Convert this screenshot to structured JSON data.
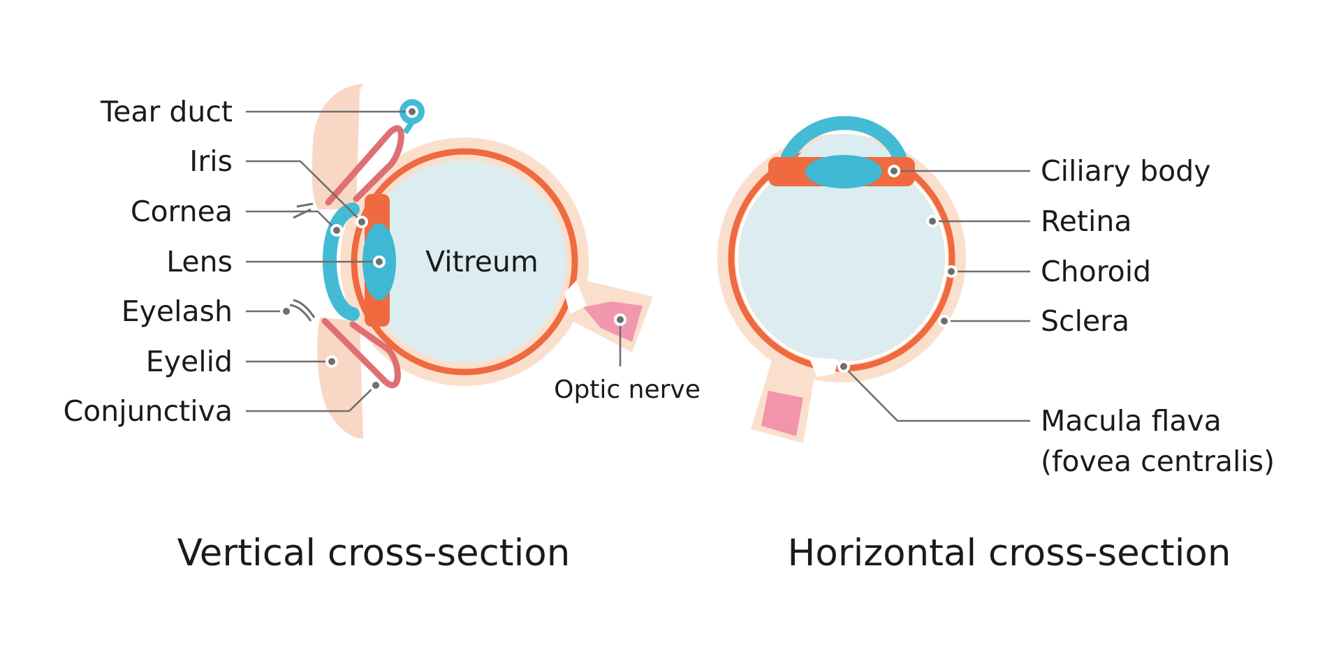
{
  "colors": {
    "sclera": "#fbdfcd",
    "choroid": "#ef6a3f",
    "vitreum": "#dbedf1",
    "cornea": "#44bbd4",
    "lens": "#3fb8d3",
    "eyelid": "#f8d8c5",
    "conjunctiva": "#e06f73",
    "optic_nerve": "#f08ca8",
    "leader": "#6d6e71"
  },
  "vertical": {
    "caption": "Vertical cross-section",
    "labels": {
      "tear_duct": "Tear duct",
      "iris": "Iris",
      "cornea": "Cornea",
      "lens": "Lens",
      "eyelash": "Eyelash",
      "eyelid": "Eyelid",
      "conjunctiva": "Conjunctiva",
      "vitreum": "Vitreum",
      "optic_nerve": "Optic nerve"
    }
  },
  "horizontal": {
    "caption": "Horizontal cross-section",
    "labels": {
      "ciliary_body": "Ciliary body",
      "retina": "Retina",
      "choroid": "Choroid",
      "sclera": "Sclera",
      "macula_line1": "Macula flava",
      "macula_line2": "(fovea centralis)"
    }
  }
}
